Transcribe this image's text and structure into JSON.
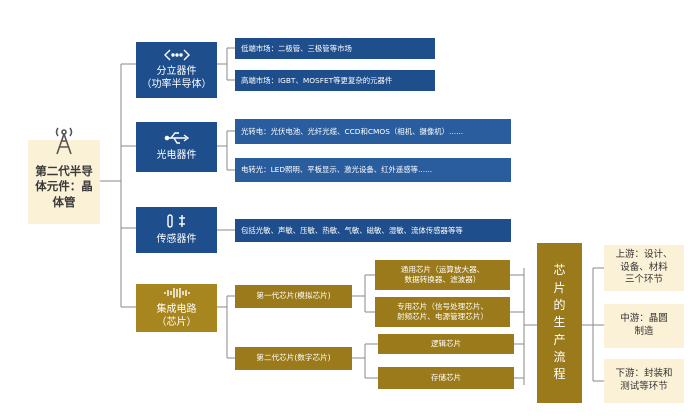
{
  "root": {
    "label": "第二代半导体元件：晶体管"
  },
  "categories": [
    {
      "label": "分立器件",
      "sub": "（功率半导体）"
    },
    {
      "label": "光电器件"
    },
    {
      "label": "传感器件"
    },
    {
      "label": "集成电路",
      "sub": "（芯片）"
    }
  ],
  "details": {
    "discrete_low": "低端市场：二极管、三极管等市场",
    "discrete_high": "高端市场：IGBT、MOSFET等更复杂的元器件",
    "opto_pv": "光转电：光伏电池、光纤光缆、CCD和CMOS（相机、摄像机）......",
    "opto_el": "电转光：LED照明、平板显示、激光设备、红外遥感等......",
    "sensor": "包括光敏、声敏、压敏、热敏、气敏、磁敏、湿敏、流体传感器等等"
  },
  "ic": {
    "gen1": "第一代芯片(模拟芯片)",
    "gen2": "第二代芯片(数字芯片)",
    "general_l1": "通用芯片（运算放大器、",
    "general_l2": "数据转换器、滤波器）",
    "special_l1": "专用芯片（信号处理芯片、",
    "special_l2": "射频芯片、电源管理芯片）",
    "logic": "逻辑芯片",
    "memory": "存储芯片"
  },
  "process": {
    "label": "芯片的生产流程"
  },
  "stages": [
    {
      "l1": "上游：设计、",
      "l2": "设备、材料",
      "l3": "三个环节"
    },
    {
      "l1": "中游：晶圆",
      "l2": "制造"
    },
    {
      "l1": "下游：封装和",
      "l2": "测试等环节"
    }
  ],
  "colors": {
    "blue": "#1f4e8c",
    "gold": "#a8861f",
    "cream": "#fbf1d6",
    "line": "#7f7f7f"
  },
  "icons": [
    "tower-icon",
    "circuit-icon",
    "usb-icon",
    "sensor-plug-icon",
    "waveform-icon"
  ]
}
